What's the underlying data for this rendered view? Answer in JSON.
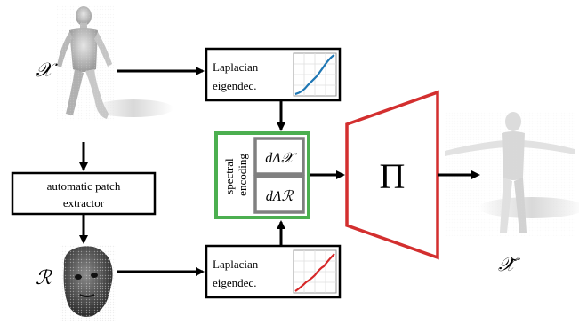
{
  "symbols": {
    "input_shape": "𝒳",
    "reference_patch": "ℛ",
    "output_shape": "𝒳̃",
    "projection": "Π"
  },
  "boxes": {
    "laplacian_top_line1": "Laplacian",
    "laplacian_top_line2": "eigendec.",
    "laplacian_bottom_line1": "Laplacian",
    "laplacian_bottom_line2": "eigendec.",
    "patch_extractor_line1": "automatic patch",
    "patch_extractor_line2": "extractor",
    "spectral_line1": "spectral",
    "spectral_line2": "encoding",
    "dlambda_x": "dΛ𝒳",
    "dlambda_r": "dΛℛ"
  },
  "colors": {
    "spectral_border": "#4caf50",
    "decoder_border": "#d32f2f",
    "curve_top": "#1f77b4",
    "curve_bottom": "#d62728",
    "inner_box_border": "#808080"
  },
  "icons": [
    "human-figure-icon",
    "head-mesh-icon",
    "tpose-figure-icon",
    "eigenvalue-plot-icon"
  ]
}
